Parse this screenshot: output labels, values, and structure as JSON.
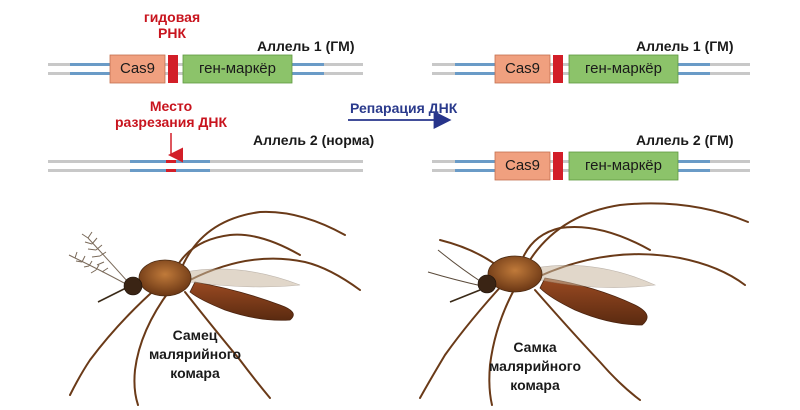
{
  "labels": {
    "guide_rna_line1": "гидовая",
    "guide_rna_line2": "РНК",
    "cut_site_line1": "Место",
    "cut_site_line2": "разрезания ДНК",
    "allele1_left": "Аллель 1 (ГМ)",
    "allele2_left": "Аллель 2 (норма)",
    "allele1_right": "Аллель 1 (ГМ)",
    "allele2_right": "Аллель 2 (ГМ)",
    "repair": "Репарация ДНК"
  },
  "boxes": {
    "cas9": "Cas9",
    "marker": "ген-маркёр"
  },
  "captions": {
    "male_line1": "Самец",
    "male_line2": "малярийного",
    "male_line3": "комара",
    "female_line1": "Самка",
    "female_line2": "малярийного",
    "female_line3": "комара"
  },
  "colors": {
    "strand_gray": "#c8c8c8",
    "strand_blue": "#6a9bc7",
    "cas9_fill": "#f0a07f",
    "marker_fill": "#8cc36a",
    "guide_red": "#d21e28",
    "arrow_blue": "#27348b",
    "mosquito_body": "#8a4a1e",
    "mosquito_dark": "#4a2a12"
  }
}
